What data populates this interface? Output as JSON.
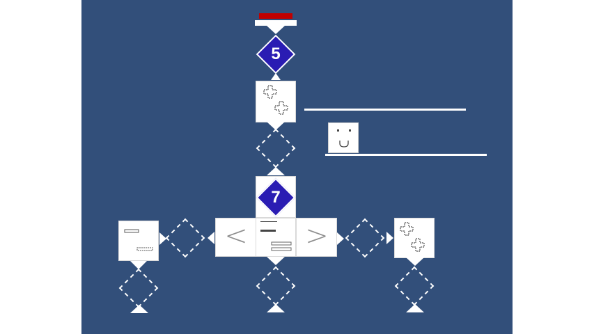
{
  "scene": {
    "background_color": "#324f7a",
    "tile_color": "#ffffff",
    "number_diamond_color": "#2a1cb3",
    "start_bar_color": "#c00000"
  },
  "nodes": {
    "top_number": "5",
    "middle_number": "7"
  },
  "icons": {
    "start_bar": "start-bar-icon",
    "plus_pair": "plus-pair-icon",
    "face": "face-icon",
    "left_arrow": "left-arrow-glyph",
    "right_arrow": "right-arrow-glyph",
    "lines": "lines-icon"
  },
  "glyphs": {
    "left_arrow": "<",
    "right_arrow": ">"
  }
}
